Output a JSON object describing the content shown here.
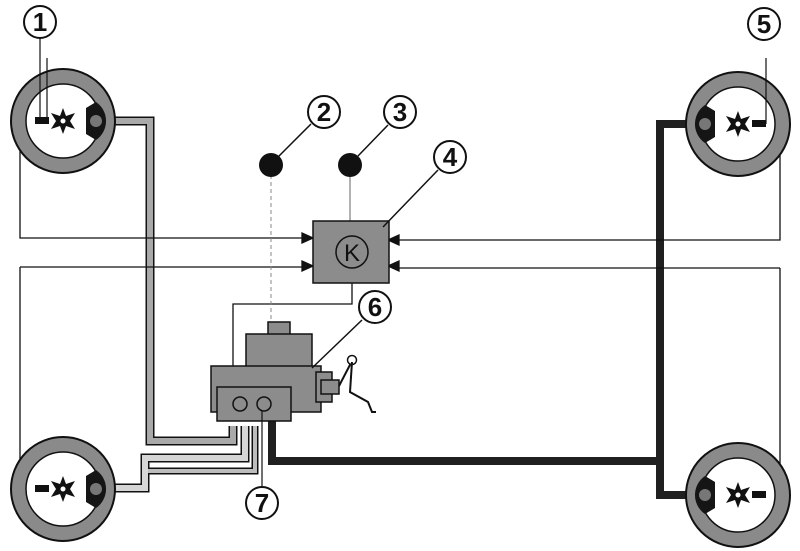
{
  "diagram": {
    "callouts": [
      "1",
      "2",
      "3",
      "4",
      "5",
      "6",
      "7"
    ],
    "control_unit_symbol": "K"
  },
  "colors": {
    "disc_fill": "#8a8a8a",
    "disc_ring": "#111111",
    "wheel_center": "#ffffff",
    "caliper": "#151515",
    "brake_line_light": "#a9a9a9",
    "brake_line_lighter": "#d6d6d6",
    "brake_line_dark": "#202020",
    "control_unit_fill": "#8c8c8c",
    "hydraulic_unit_fill": "#8c8c8c",
    "signal_line": "#111111",
    "sensor_dot": "#111111",
    "callout_circle_fill": "#ffffff"
  }
}
